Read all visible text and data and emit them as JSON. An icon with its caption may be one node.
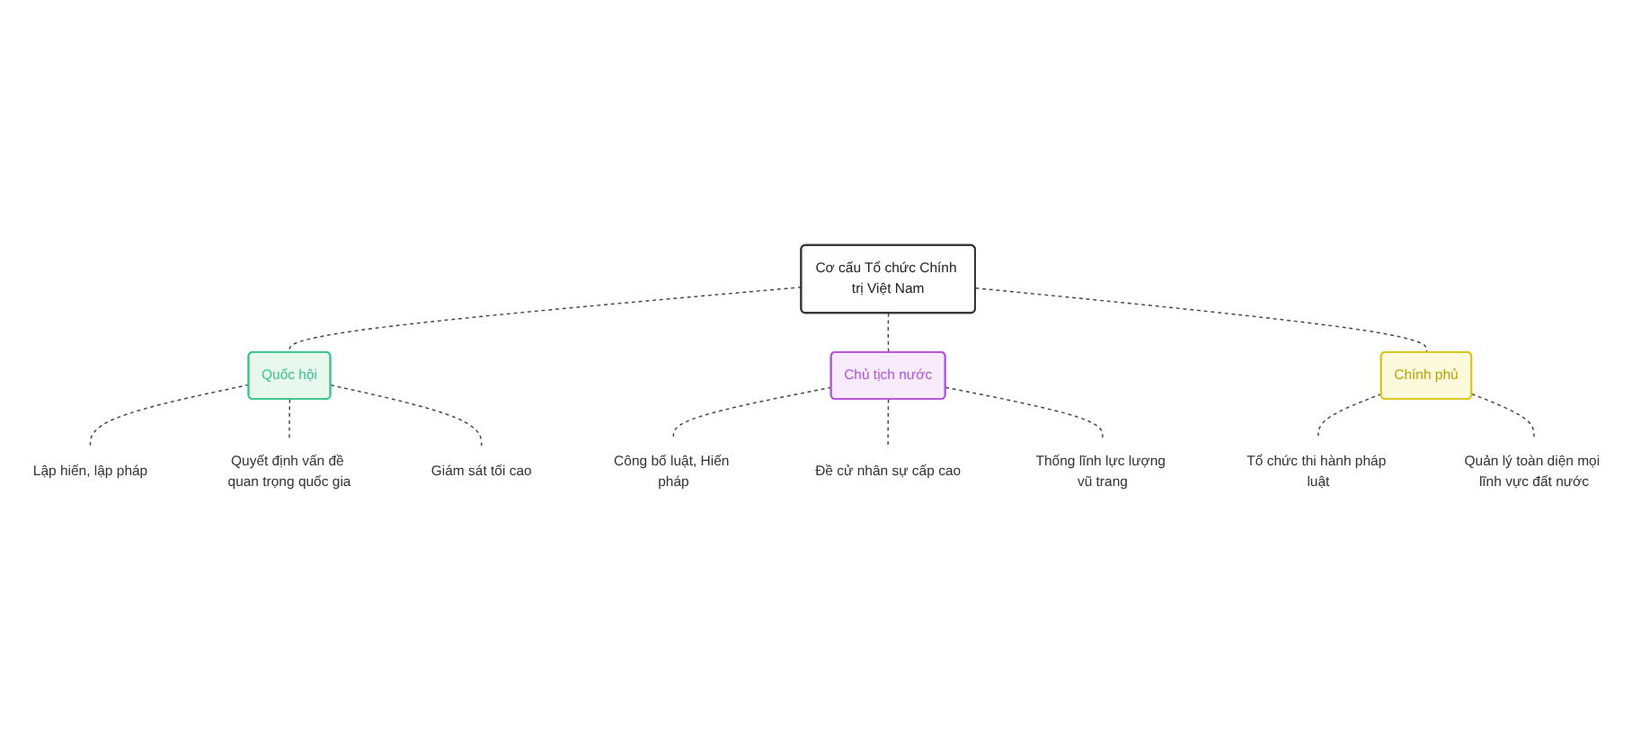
{
  "diagram": {
    "nodes": [
      {
        "text": [
          "Cơ cấu Tổ chức Chính trị Việt Nam"
        ]
      },
      {
        "text": [
          "Quốc hội"
        ]
      },
      {
        "text": [
          "Chủ tịch nước"
        ]
      },
      {
        "text": [
          "Chính phủ"
        ]
      },
      {
        "text": [
          "Lập hiến, lập pháp"
        ]
      },
      {
        "text": [
          "Quyết định vấn đề quan trọng quốc gia"
        ]
      },
      {
        "text": [
          "Giám sát tối cao"
        ]
      },
      {
        "text": [
          "Công bố luật, Hiến pháp"
        ]
      },
      {
        "text": [
          "Đề cử nhân sự cấp cao"
        ]
      },
      {
        "text": [
          "Thống lĩnh lực lượng vũ trang"
        ]
      },
      {
        "text": [
          "Tổ chức thi hành pháp luật"
        ]
      },
      {
        "text": [
          "Quản lý toàn diện mọi lĩnh vực đất nước"
        ]
      }
    ],
    "edges": [
      {
        "from": 0,
        "to": 1,
        "arrow": "none",
        "style": "dashed"
      },
      {
        "from": 0,
        "to": 2,
        "arrow": "none",
        "style": "dashed"
      },
      {
        "from": 0,
        "to": 3,
        "arrow": "none",
        "style": "dashed"
      },
      {
        "from": 1,
        "to": 4,
        "arrow": "none",
        "style": "dashed"
      },
      {
        "from": 1,
        "to": 5,
        "arrow": "none",
        "style": "dashed"
      },
      {
        "from": 1,
        "to": 6,
        "arrow": "none",
        "style": "dashed"
      },
      {
        "from": 2,
        "to": 7,
        "arrow": "none",
        "style": "dashed"
      },
      {
        "from": 2,
        "to": 8,
        "arrow": "none",
        "style": "dashed"
      },
      {
        "from": 2,
        "to": 9,
        "arrow": "none",
        "style": "dashed"
      },
      {
        "from": 3,
        "to": 10,
        "arrow": "none",
        "style": "dashed"
      },
      {
        "from": 3,
        "to": 11,
        "arrow": "none",
        "style": "dashed"
      }
    ]
  }
}
